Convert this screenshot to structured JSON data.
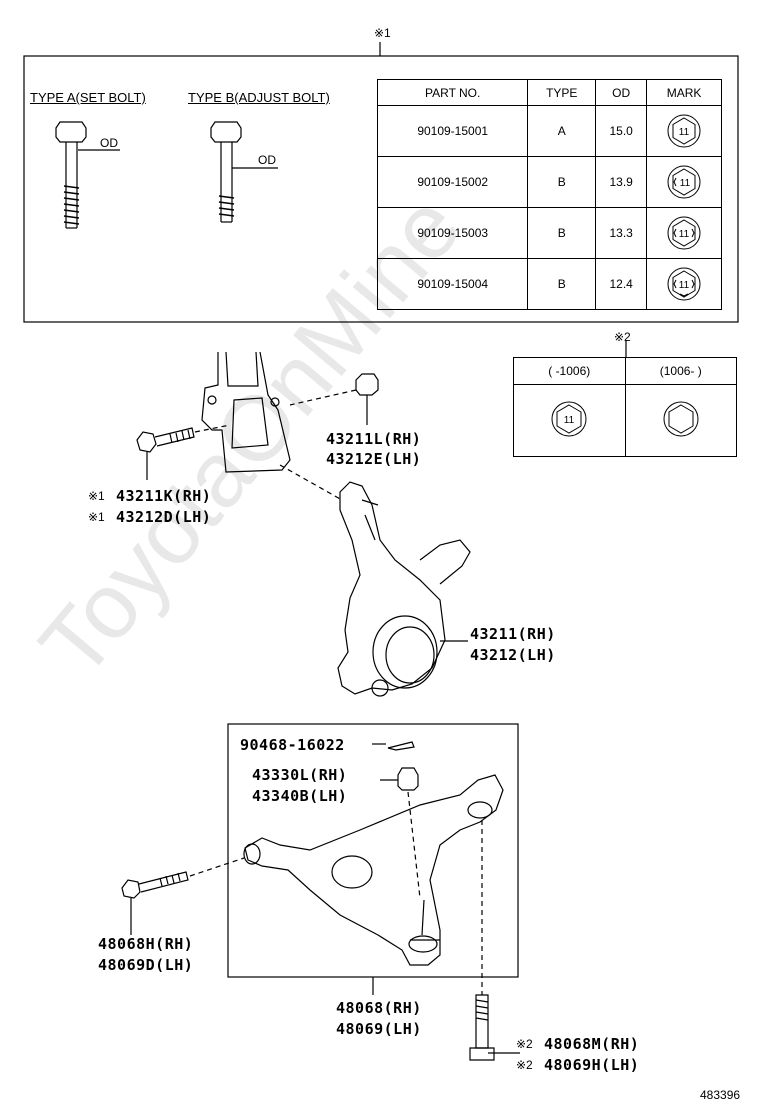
{
  "note1_symbol": "※1",
  "note2_symbol": "※2",
  "bolt_types": {
    "type_a": "TYPE A(SET BOLT)",
    "type_b": "TYPE B(ADJUST BOLT)",
    "od_label": "OD"
  },
  "parts_table": {
    "headers": [
      "PART NO.",
      "TYPE",
      "OD",
      "MARK"
    ],
    "rows": [
      {
        "part_no": "90109-15001",
        "type": "A",
        "od": "15.0",
        "mark": "11"
      },
      {
        "part_no": "90109-15002",
        "type": "B",
        "od": "13.9",
        "mark": "11"
      },
      {
        "part_no": "90109-15003",
        "type": "B",
        "od": "13.3",
        "mark": "11"
      },
      {
        "part_no": "90109-15004",
        "type": "B",
        "od": "12.4",
        "mark": "11"
      }
    ]
  },
  "date_table": {
    "col1": "(  -1006)",
    "col2": "(1006-  )",
    "mark": "11"
  },
  "labels": {
    "nut_rh": "43211L(RH)",
    "nut_lh": "43212E(LH)",
    "bolt_prefix": "※1",
    "bolt_rh": "43211K(RH)",
    "bolt_lh": "43212D(LH)",
    "knuckle_rh": "43211(RH)",
    "knuckle_lh": "43212(LH)",
    "cotter_pin": "90468-16022",
    "castle_nut_rh": "43330L(RH)",
    "castle_nut_lh": "43340B(LH)",
    "arm_bolt_rh": "48068H(RH)",
    "arm_bolt_lh": "48069D(LH)",
    "arm_rh": "48068(RH)",
    "arm_lh": "48069(LH)",
    "rear_bolt_prefix": "※2",
    "rear_bolt_rh": "48068M(RH)",
    "rear_bolt_lh": "48069H(LH)"
  },
  "watermark": "ToyotaOnMine",
  "diagram_id": "483396"
}
